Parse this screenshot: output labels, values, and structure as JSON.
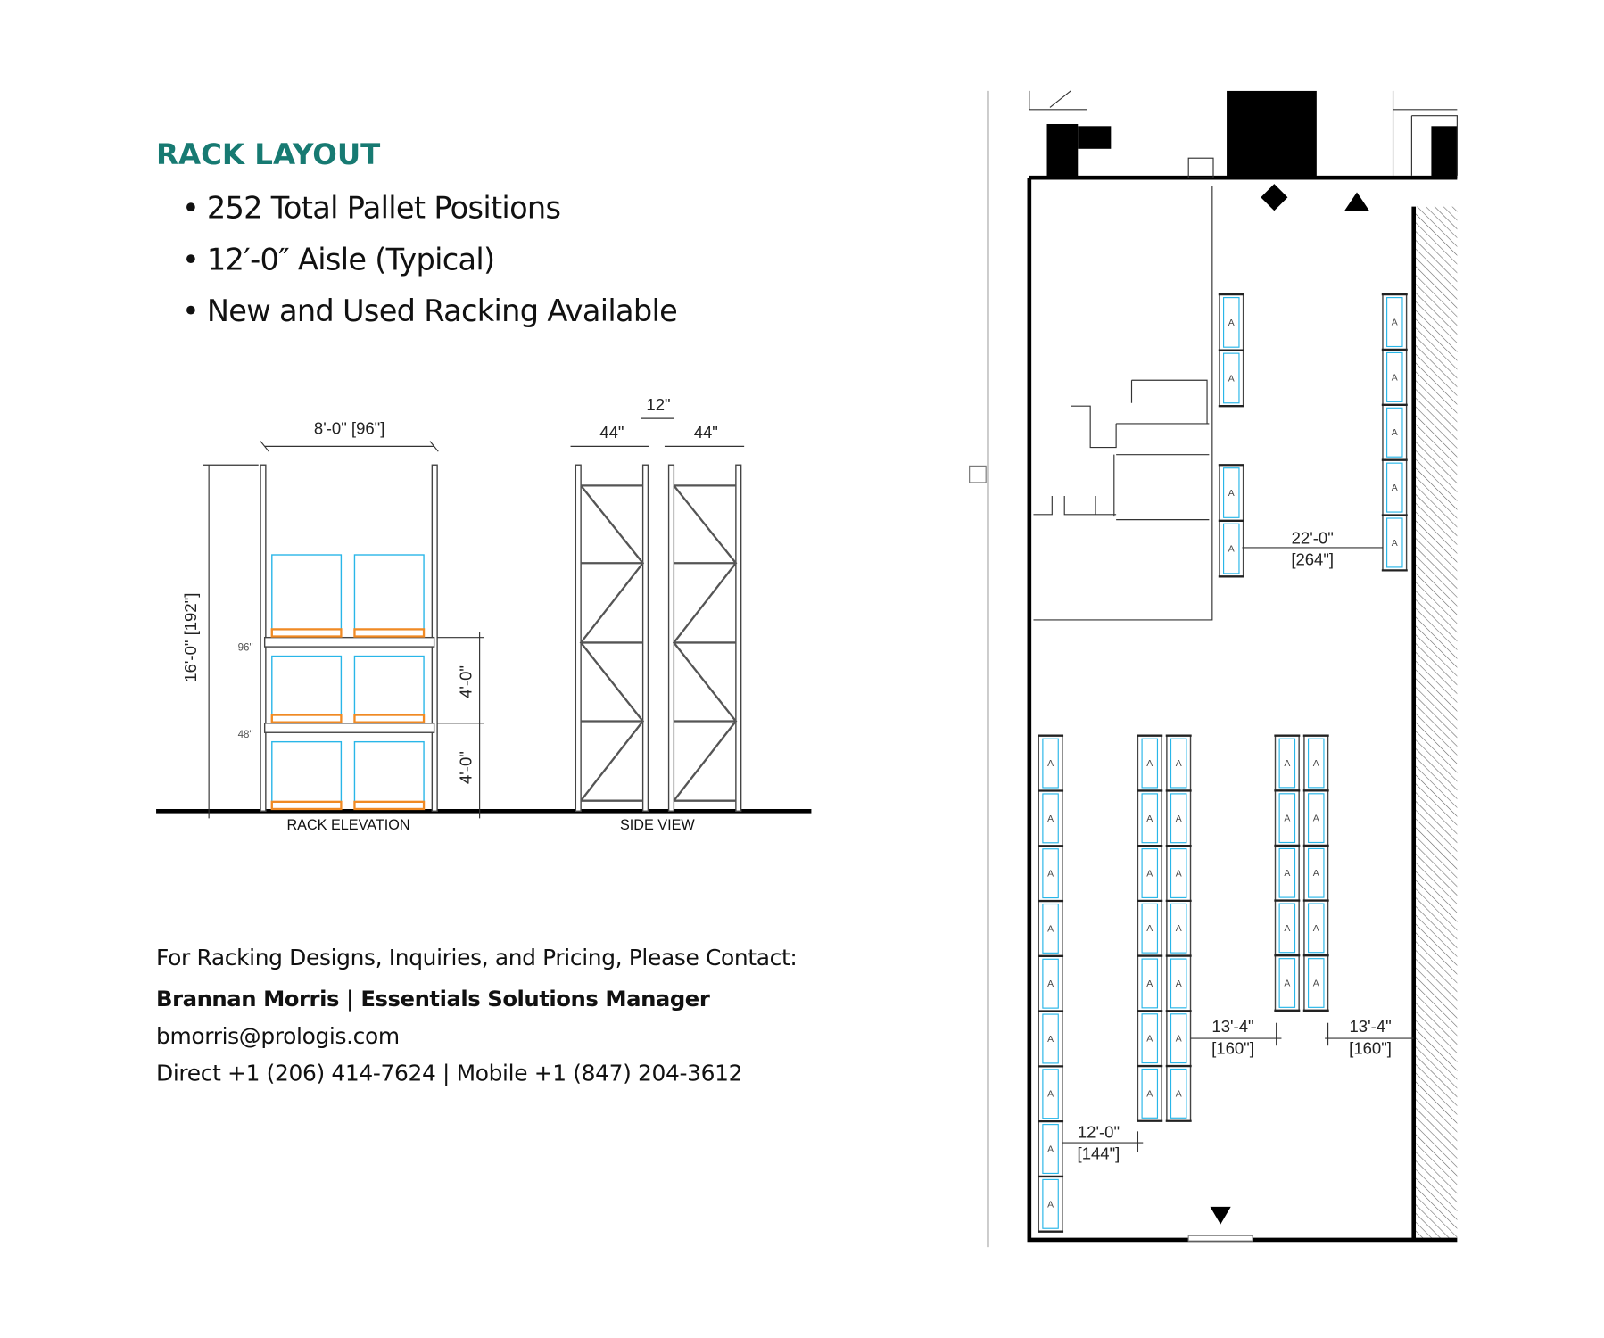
{
  "header": {
    "title": "RACK LAYOUT"
  },
  "bullets": [
    "252 Total Pallet Positions",
    "12′-0″ Aisle (Typical)",
    "New and Used Racking Available"
  ],
  "elevation": {
    "width_dim": "8'-0\" [96\"]",
    "height_dim": "16'-0\" [192\"]",
    "level_dim_1": "4'-0\"",
    "level_dim_2": "4'-0\"",
    "beam_96": "96\"",
    "beam_48": "48\"",
    "caption": "RACK ELEVATION"
  },
  "side_view": {
    "depth_left": "44\"",
    "flue": "12\"",
    "depth_right": "44\"",
    "caption": "SIDE VIEW"
  },
  "floor_plan": {
    "bay_label": "A",
    "aisle_top": {
      "ft": "22'-0\"",
      "in": "[264\"]"
    },
    "aisle_mid": {
      "ft": "13'-4\"",
      "in": "[160\"]"
    },
    "aisle_right": {
      "ft": "13'-4\"",
      "in": "[160\"]"
    },
    "aisle_left": {
      "ft": "12'-0\"",
      "in": "[144\"]"
    },
    "rack_bays": [
      9,
      7,
      7,
      5,
      5,
      2,
      2,
      5
    ]
  },
  "contact": {
    "intro": "For Racking Designs, Inquiries, and Pricing, Please Contact:",
    "name_title": "Brannan Morris | Essentials Solutions Manager",
    "email": "bmorris@prologis.com",
    "phones": "Direct +1 (206) 414-7624 | Mobile +1 (847) 204-3612"
  },
  "colors": {
    "accent": "#177a72",
    "pallet": "#29b6e8",
    "pallet_base": "#f08a24"
  }
}
